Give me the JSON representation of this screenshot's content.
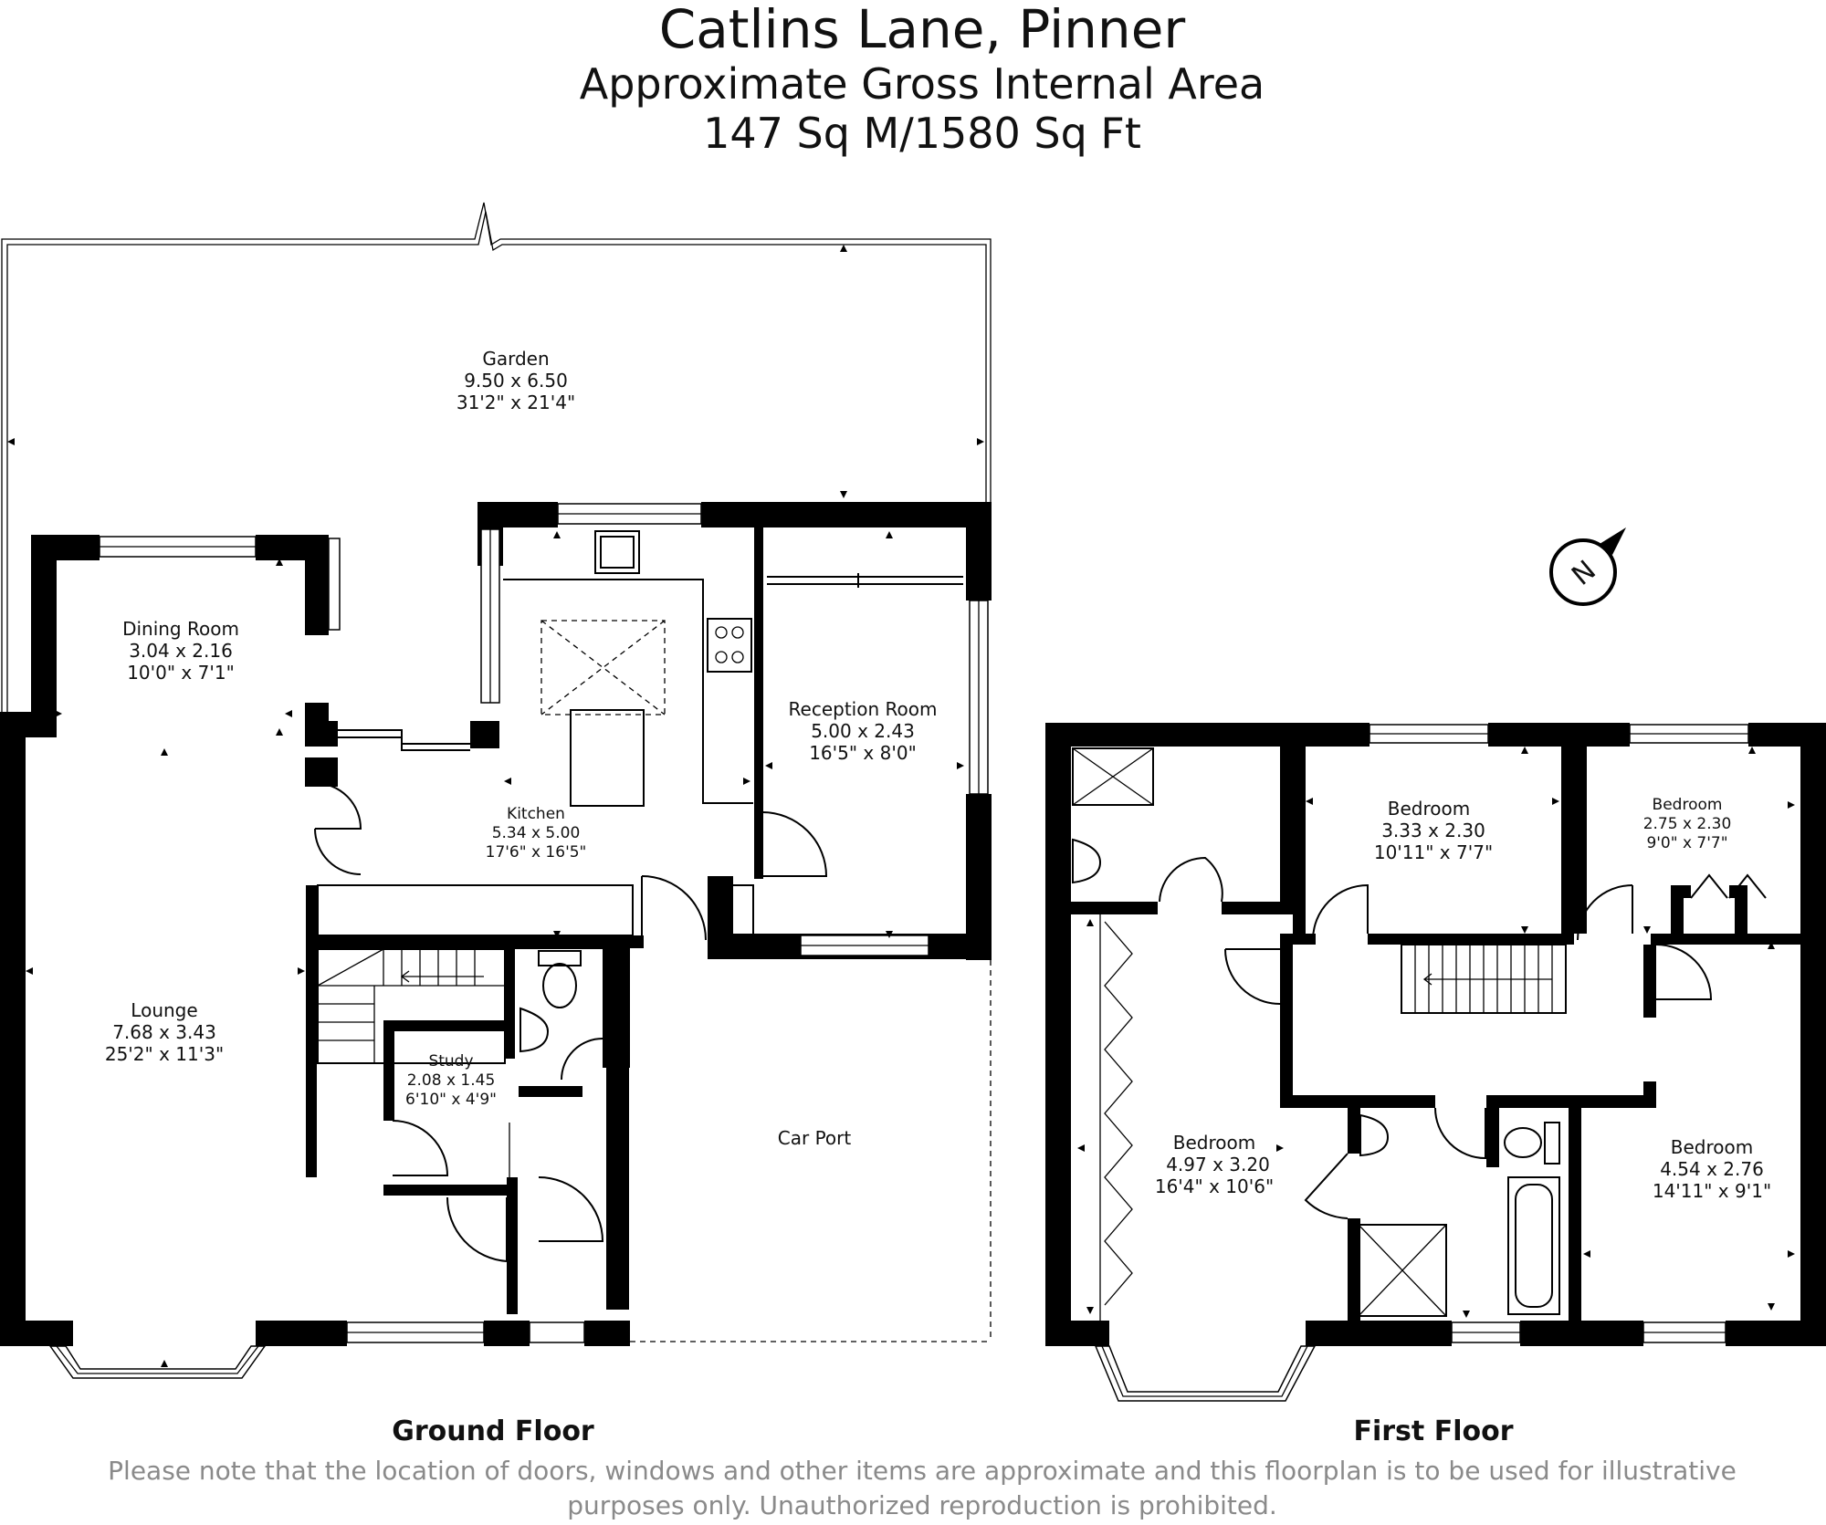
{
  "header": {
    "title": "Catlins Lane, Pinner",
    "subtitle": "Approximate Gross Internal Area",
    "area": "147 Sq M/1580 Sq Ft"
  },
  "floors": {
    "ground": {
      "label": "Ground Floor"
    },
    "first": {
      "label": "First Floor"
    }
  },
  "rooms": {
    "garden": {
      "name": "Garden",
      "metric": "9.50 x 6.50",
      "imperial": "31'2\" x 21'4\""
    },
    "dining": {
      "name": "Dining Room",
      "metric": "3.04 x 2.16",
      "imperial": "10'0\" x 7'1\""
    },
    "kitchen": {
      "name": "Kitchen",
      "metric": "5.34 x 5.00",
      "imperial": "17'6\" x 16'5\""
    },
    "reception": {
      "name": "Reception Room",
      "metric": "5.00 x 2.43",
      "imperial": "16'5\" x 8'0\""
    },
    "lounge": {
      "name": "Lounge",
      "metric": "7.68 x 3.43",
      "imperial": "25'2\" x 11'3\""
    },
    "study": {
      "name": "Study",
      "metric": "2.08 x 1.45",
      "imperial": "6'10\" x 4'9\""
    },
    "carport": {
      "name": "Car Port"
    },
    "bedroom1": {
      "name": "Bedroom",
      "metric": "3.33 x 2.30",
      "imperial": "10'11\" x 7'7\""
    },
    "bedroom2": {
      "name": "Bedroom",
      "metric": "2.75 x 2.30",
      "imperial": "9'0\" x 7'7\""
    },
    "bedroom3": {
      "name": "Bedroom",
      "metric": "4.97 x 3.20",
      "imperial": "16'4\" x 10'6\""
    },
    "bedroom4": {
      "name": "Bedroom",
      "metric": "4.54 x 2.76",
      "imperial": "14'11\" x 9'1\""
    }
  },
  "compass": {
    "letter": "N",
    "icon": "north-arrow-icon"
  },
  "disclaimer": {
    "line1": "Please note that the location of doors, windows and other items are approximate and this floorplan is to be used for illustrative",
    "line2": "purposes only. Unauthorized reproduction is prohibited."
  }
}
